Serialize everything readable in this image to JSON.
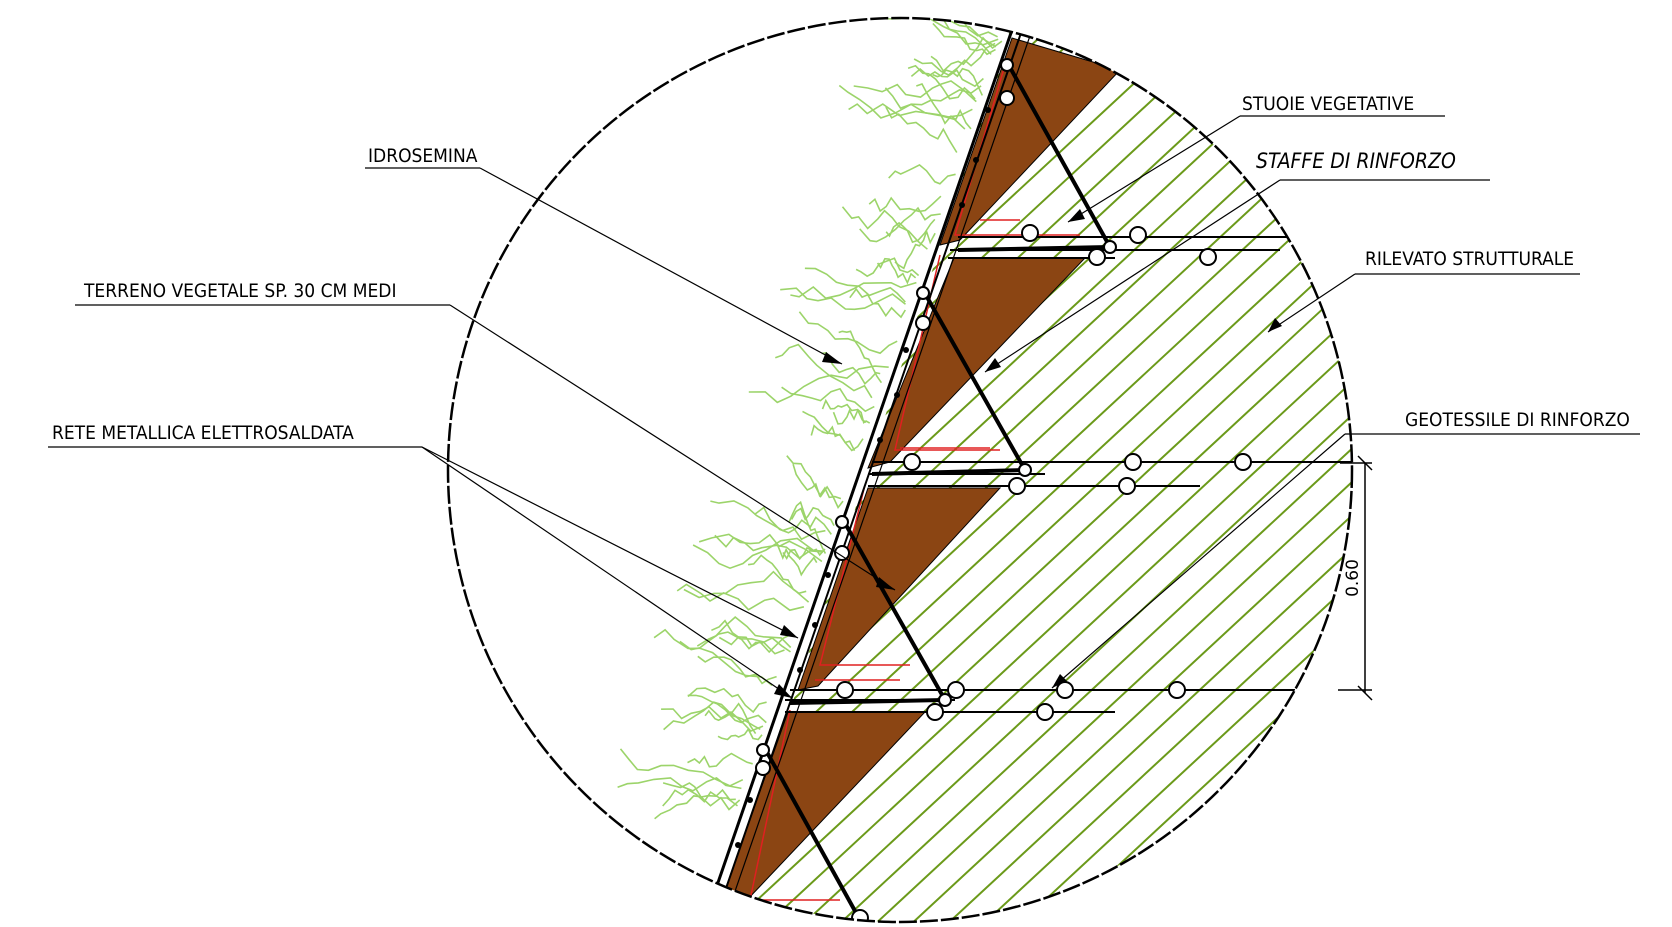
{
  "labels": {
    "stuoie": "STUOIE VEGETATIVE",
    "staffe": "STAFFE DI RINFORZO",
    "idrosemina": "IDROSEMINA",
    "rilevato": "RILEVATO STRUTTURALE",
    "terreno": "TERRENO VEGETALE  SP. 30 CM MEDI",
    "geotessile": "GEOTESSILE DI RINFORZO",
    "rete": "RETE METALLICA ELETTROSALDATA"
  },
  "dimension": {
    "value": "0.60"
  },
  "colors": {
    "soil_brown": "#8B4513",
    "hatch_green": "#6B9A1A",
    "vegetation_green": "#9CD46A",
    "red_accent": "#E02020",
    "linework": "#000000"
  }
}
